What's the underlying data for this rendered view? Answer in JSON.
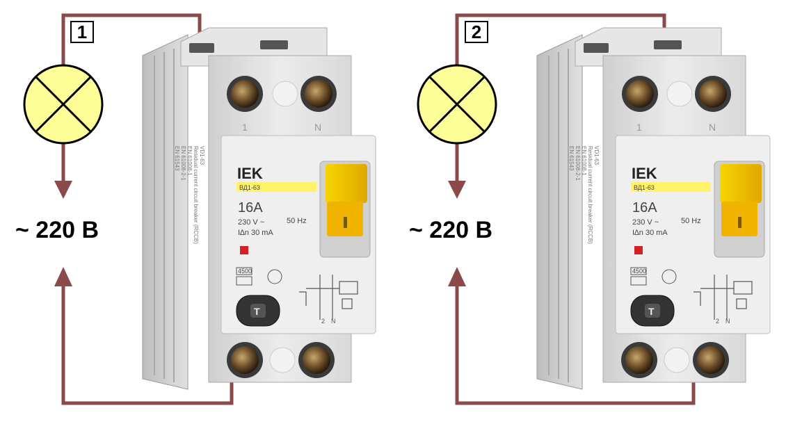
{
  "colors": {
    "wire": "#8b4a4a",
    "lamp_fill": "#ffff99",
    "breaker_body": "#e4e4e4",
    "handle": "#f2c200",
    "brand_strip": "#fff36a"
  },
  "diagrams": [
    {
      "number": "1",
      "voltage": "~ 220 В",
      "icon": "lamp-icon",
      "breaker": {
        "brand": "IEK",
        "model": "ВД1-63",
        "current": "16A",
        "voltage_rating": "230 V ~",
        "frequency": "50 Hz",
        "residual": "I∆n 30 mA",
        "breaking": "4500",
        "terminal_top_left": "1",
        "terminal_top_right": "N",
        "terminal_bottom_left": "2",
        "terminal_bottom_right": "N",
        "test_button": "T",
        "side_text_1": "VD1-63",
        "side_text_2": "Residual current circuit breaker (RCCB)",
        "side_text_3": "EN 61008-1",
        "side_text_4": "EN 61008-2-1",
        "side_text_5": "EN 61543"
      }
    },
    {
      "number": "2",
      "voltage": "~ 220 В",
      "icon": "lamp-icon",
      "breaker": {
        "brand": "IEK",
        "model": "ВД1-63",
        "current": "16A",
        "voltage_rating": "230 V ~",
        "frequency": "50 Hz",
        "residual": "I∆n 30 mA",
        "breaking": "4500",
        "terminal_top_left": "1",
        "terminal_top_right": "N",
        "terminal_bottom_left": "2",
        "terminal_bottom_right": "N",
        "test_button": "T",
        "side_text_1": "VD1-63",
        "side_text_2": "Residual current circuit breaker (RCCB)",
        "side_text_3": "EN 61008-1",
        "side_text_4": "EN 61008-2-1",
        "side_text_5": "EN 61543"
      }
    }
  ]
}
